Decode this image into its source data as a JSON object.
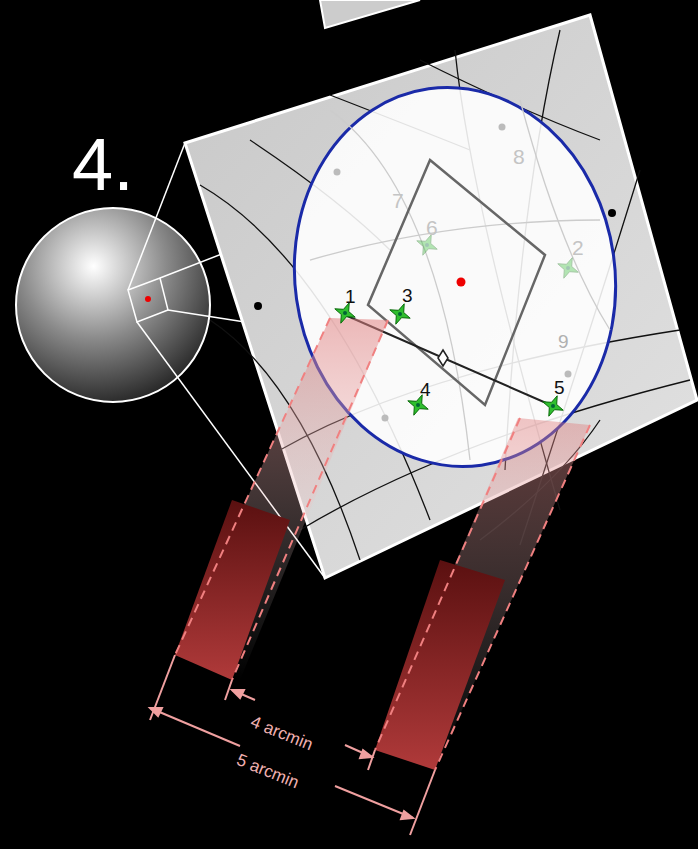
{
  "diagram": {
    "labels": [
      "4.",
      "8",
      "7",
      "6",
      "2",
      "1",
      "3",
      "9",
      "4",
      "5",
      "4 arcmin",
      "5 arcmin"
    ]
  }
}
